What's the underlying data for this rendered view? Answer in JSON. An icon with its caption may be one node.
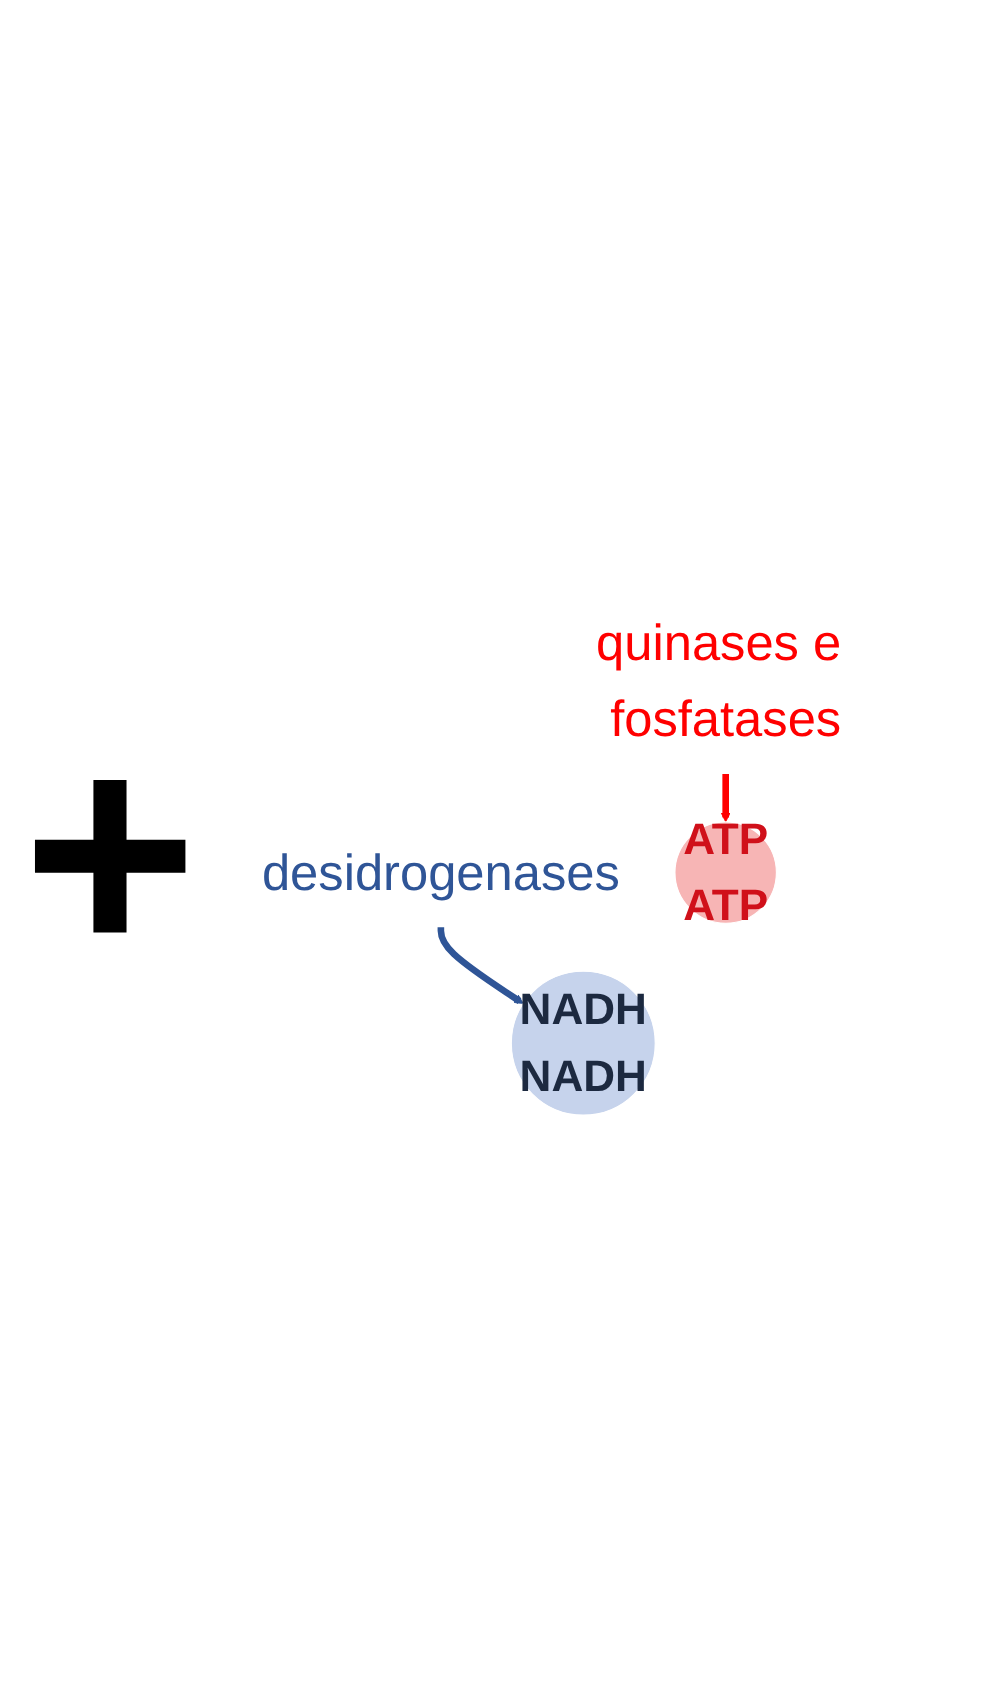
{
  "diagram": {
    "nodes": [
      {
        "text": [
          "quinases e fosfatases"
        ]
      },
      {
        "text": [
          "ATP",
          "ATP"
        ]
      },
      {
        "text": [
          "NADH",
          "NADH"
        ]
      },
      {
        "text": [
          "desidrogenases"
        ]
      }
    ],
    "edges": [
      {
        "from": 0,
        "to": 1,
        "arrow": "to",
        "color": "#ff0000"
      },
      {
        "from": 3,
        "to": 2,
        "arrow": "to",
        "color": "#2f5597"
      }
    ],
    "labels": [
      "+"
    ]
  }
}
